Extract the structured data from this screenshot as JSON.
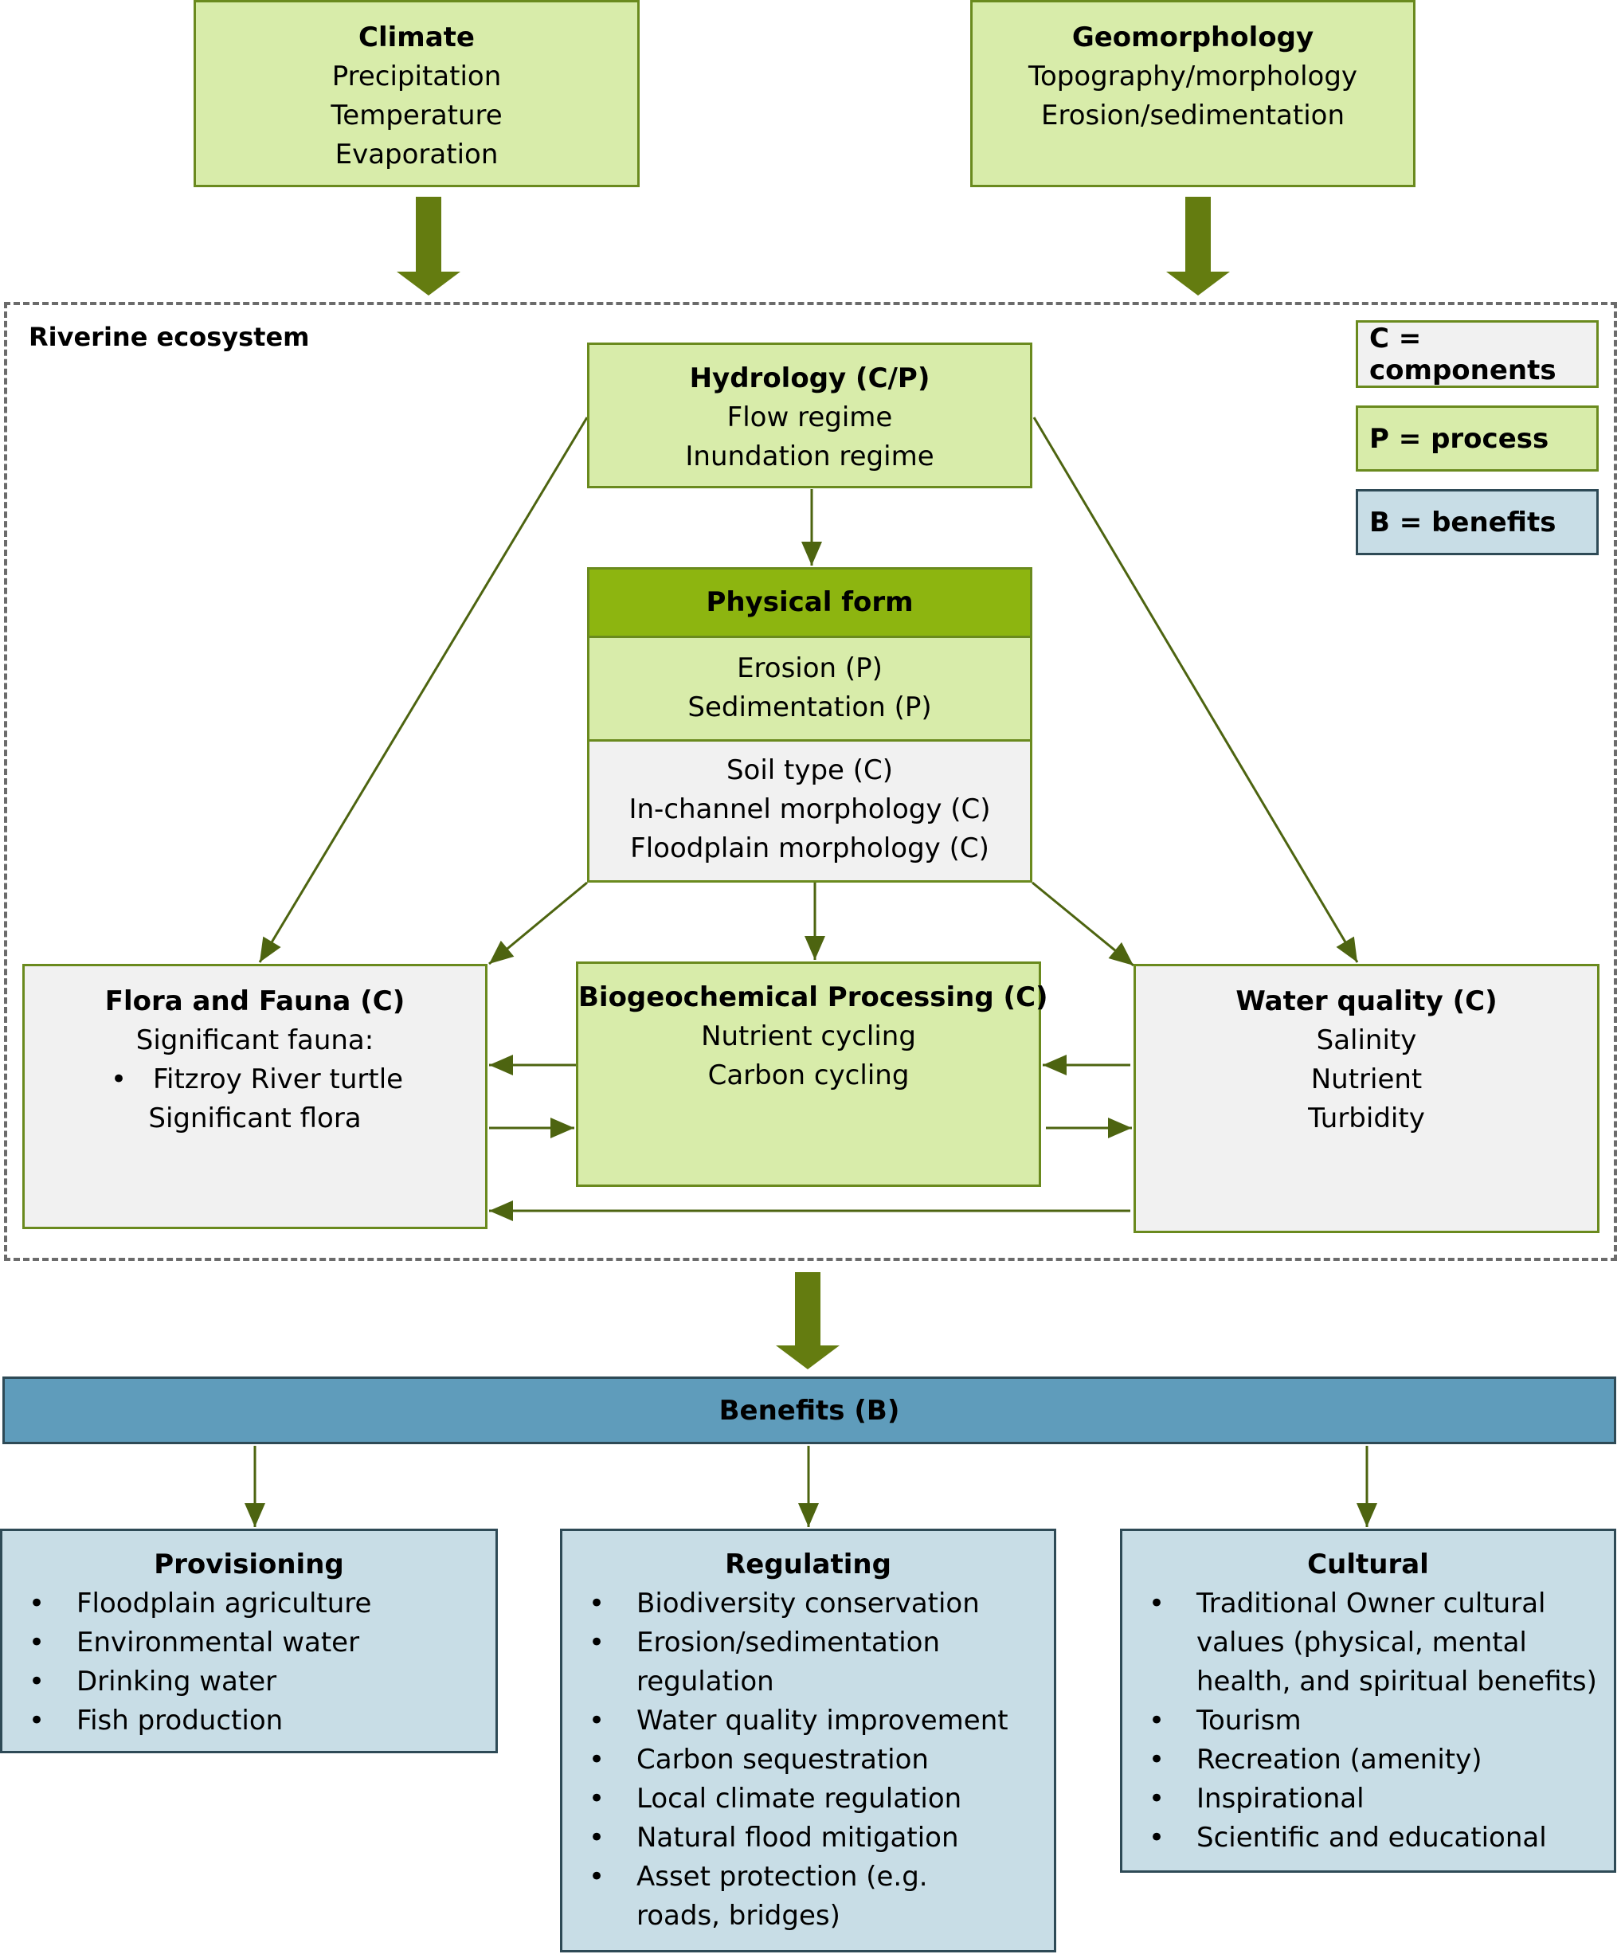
{
  "drivers": {
    "climate": {
      "title": "Climate",
      "items": [
        "Precipitation",
        "Temperature",
        "Evaporation"
      ]
    },
    "geomorphology": {
      "title": "Geomorphology",
      "items": [
        "Topography/morphology",
        "Erosion/sedimentation"
      ]
    }
  },
  "ecosystem": {
    "label": "Riverine ecosystem",
    "hydrology": {
      "title": "Hydrology (C/P)",
      "items": [
        "Flow regime",
        "Inundation regime"
      ]
    },
    "physical_form": {
      "title": "Physical form",
      "processes": [
        "Erosion (P)",
        "Sedimentation (P)"
      ],
      "components": [
        "Soil type (C)",
        "In-channel morphology (C)",
        "Floodplain morphology (C)"
      ]
    },
    "flora_fauna": {
      "title": "Flora and Fauna (C)",
      "fauna_label": "Significant fauna:",
      "fauna_items": [
        "Fitzroy River turtle"
      ],
      "flora_label": "Significant flora"
    },
    "biogeochemical": {
      "title": "Biogeochemical Processing (C)",
      "items": [
        "Nutrient cycling",
        "Carbon cycling"
      ]
    },
    "water_quality": {
      "title": "Water quality (C)",
      "items": [
        "Salinity",
        "Nutrient",
        "Turbidity"
      ]
    }
  },
  "legend": [
    {
      "label": "C = components",
      "color": "#f1f1f1"
    },
    {
      "label": "P = process",
      "color": "#d8ecaa"
    },
    {
      "label": "B = benefits",
      "color": "#c8dde6"
    }
  ],
  "benefits": {
    "title": "Benefits (B)",
    "provisioning": {
      "title": "Provisioning",
      "items": [
        "Floodplain agriculture",
        "Environmental water",
        "Drinking water",
        "Fish production"
      ]
    },
    "regulating": {
      "title": "Regulating",
      "items": [
        "Biodiversity conservation",
        "Erosion/sedimentation regulation",
        "Water quality improvement",
        "Carbon sequestration",
        "Local climate regulation",
        "Natural flood mitigation",
        "Asset protection (e.g. roads, bridges)"
      ]
    },
    "cultural": {
      "title": "Cultural",
      "items": [
        "Traditional Owner cultural values (physical, mental health, and spiritual benefits)",
        "Tourism",
        "Recreation (amenity)",
        "Inspirational",
        "Scientific and educational"
      ]
    }
  },
  "colors": {
    "process_fill": "#d8ecaa",
    "component_fill": "#f1f1f1",
    "benefit_fill": "#c8dde6",
    "benefit_header": "#5f9cbb",
    "physical_form_header": "#8db510",
    "arrow": "#4d6410",
    "big_arrow": "#647c10"
  }
}
